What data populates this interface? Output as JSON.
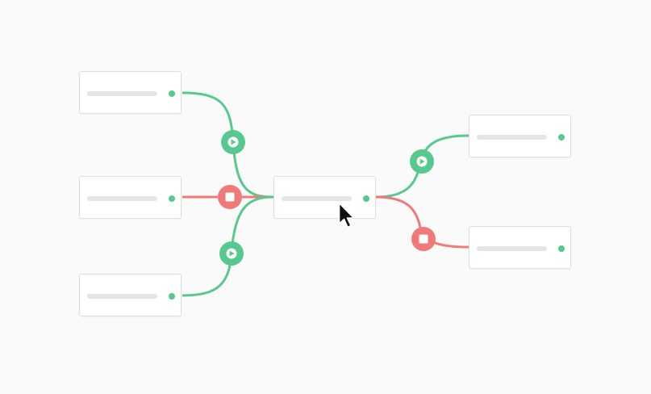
{
  "colors": {
    "run": "#57c98f",
    "stop": "#f07a78",
    "node_bar": "#e5e5e5",
    "background": "#fafafa"
  },
  "nodes": [
    {
      "id": "input-top",
      "label": "",
      "status": "connected"
    },
    {
      "id": "input-middle",
      "label": "",
      "status": "connected"
    },
    {
      "id": "input-bottom",
      "label": "",
      "status": "connected"
    },
    {
      "id": "hub",
      "label": "",
      "status": "connected"
    },
    {
      "id": "output-top",
      "label": "",
      "status": "connected"
    },
    {
      "id": "output-bottom",
      "label": "",
      "status": "connected"
    }
  ],
  "links": [
    {
      "from": "input-top",
      "to": "hub",
      "state": "running",
      "control_icon": "play-icon"
    },
    {
      "from": "input-middle",
      "to": "hub",
      "state": "stopped",
      "control_icon": "stop-icon"
    },
    {
      "from": "input-bottom",
      "to": "hub",
      "state": "running",
      "control_icon": "play-icon"
    },
    {
      "from": "hub",
      "to": "output-top",
      "state": "running",
      "control_icon": "play-icon"
    },
    {
      "from": "hub",
      "to": "output-bottom",
      "state": "stopped",
      "control_icon": "stop-icon"
    }
  ],
  "cursor": {
    "icon": "pointer-cursor-icon"
  }
}
